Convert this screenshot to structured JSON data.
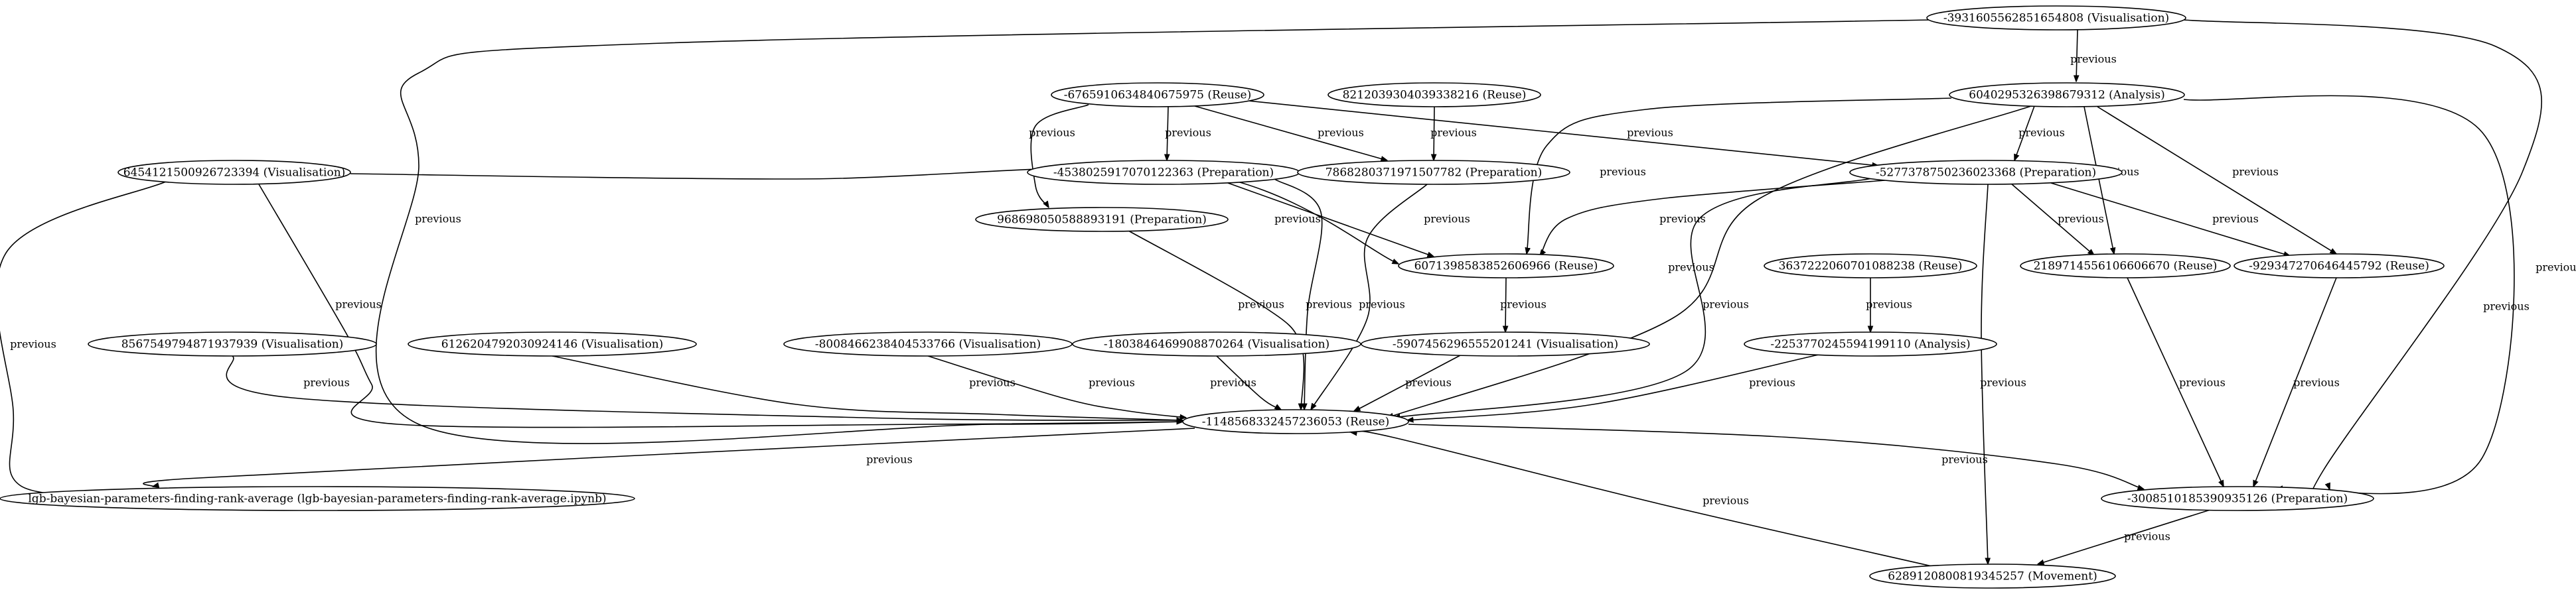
{
  "diagram": {
    "type": "directed-graph",
    "nodes": [
      {
        "id": "n1",
        "label": "-3931605562851654808 (Visualisation)"
      },
      {
        "id": "n2",
        "label": "6040295326398679312 (Analysis)"
      },
      {
        "id": "n3",
        "label": "-6765910634840675975 (Reuse)"
      },
      {
        "id": "n4",
        "label": "8212039304039338216 (Reuse)"
      },
      {
        "id": "n5",
        "label": "6454121500926723394 (Visualisation)"
      },
      {
        "id": "n6",
        "label": "-4538025917070122363 (Preparation)"
      },
      {
        "id": "n7",
        "label": "7868280371971507782 (Preparation)"
      },
      {
        "id": "n8",
        "label": "-5277378750236023368 (Preparation)"
      },
      {
        "id": "n9",
        "label": "968698050588893191 (Preparation)"
      },
      {
        "id": "n10",
        "label": "6071398583852606966 (Reuse)"
      },
      {
        "id": "n11",
        "label": "3637222060701088238 (Reuse)"
      },
      {
        "id": "n12",
        "label": "2189714556106606670 (Reuse)"
      },
      {
        "id": "n13",
        "label": "-929347270646445792 (Reuse)"
      },
      {
        "id": "n14",
        "label": "8567549794871937939 (Visualisation)"
      },
      {
        "id": "n15",
        "label": "6126204792030924146 (Visualisation)"
      },
      {
        "id": "n16",
        "label": "-8008466238404533766 (Visualisation)"
      },
      {
        "id": "n17",
        "label": "-1803846469908870264 (Visualisation)"
      },
      {
        "id": "n18",
        "label": "-5907456296555201241 (Visualisation)"
      },
      {
        "id": "n19",
        "label": "-2253770245594199110 (Analysis)"
      },
      {
        "id": "n20",
        "label": "-1148568332457236053 (Reuse)"
      },
      {
        "id": "n21",
        "label": "lgb-bayesian-parameters-finding-rank-average (lgb-bayesian-parameters-finding-rank-average.ipynb)"
      },
      {
        "id": "n22",
        "label": "-3008510185390935126 (Preparation)"
      },
      {
        "id": "n23",
        "label": "6289120800819345257 (Movement)"
      }
    ],
    "edges": [
      {
        "from": "n1",
        "to": "n2",
        "label": "previous"
      },
      {
        "from": "n1",
        "to": "n20",
        "label": "previous"
      },
      {
        "from": "n1",
        "to": "n22",
        "label": "previous"
      },
      {
        "from": "n2",
        "to": "n8",
        "label": "previous"
      },
      {
        "from": "n2",
        "to": "n10",
        "label": "previous"
      },
      {
        "from": "n2",
        "to": "n12",
        "label": "previous"
      },
      {
        "from": "n2",
        "to": "n13",
        "label": "previous"
      },
      {
        "from": "n2",
        "to": "n20",
        "label": "previous"
      },
      {
        "from": "n2",
        "to": "n22",
        "label": "previous"
      },
      {
        "from": "n3",
        "to": "n6",
        "label": "previous"
      },
      {
        "from": "n3",
        "to": "n7",
        "label": "previous"
      },
      {
        "from": "n3",
        "to": "n9",
        "label": "previous"
      },
      {
        "from": "n3",
        "to": "n8",
        "label": "previous"
      },
      {
        "from": "n4",
        "to": "n7",
        "label": "previous"
      },
      {
        "from": "n5",
        "to": "n10",
        "label": "previous"
      },
      {
        "from": "n5",
        "to": "n20",
        "label": "previous"
      },
      {
        "from": "n5",
        "to": "n21",
        "label": "previous"
      },
      {
        "from": "n6",
        "to": "n10",
        "label": "previous"
      },
      {
        "from": "n6",
        "to": "n20",
        "label": "previous"
      },
      {
        "from": "n7",
        "to": "n20",
        "label": "previous"
      },
      {
        "from": "n8",
        "to": "n10",
        "label": "previous"
      },
      {
        "from": "n8",
        "to": "n12",
        "label": "previous"
      },
      {
        "from": "n8",
        "to": "n13",
        "label": "previous"
      },
      {
        "from": "n8",
        "to": "n20",
        "label": "previous"
      },
      {
        "from": "n8",
        "to": "n23",
        "label": "previous"
      },
      {
        "from": "n9",
        "to": "n20",
        "label": "previous"
      },
      {
        "from": "n10",
        "to": "n18",
        "label": "previous"
      },
      {
        "from": "n11",
        "to": "n19",
        "label": "previous"
      },
      {
        "from": "n12",
        "to": "n22",
        "label": "previous"
      },
      {
        "from": "n13",
        "to": "n22",
        "label": "previous"
      },
      {
        "from": "n14",
        "to": "n20",
        "label": "previous"
      },
      {
        "from": "n15",
        "to": "n20",
        "label": "previous"
      },
      {
        "from": "n16",
        "to": "n20",
        "label": "previous"
      },
      {
        "from": "n17",
        "to": "n20",
        "label": "previous"
      },
      {
        "from": "n18",
        "to": "n20",
        "label": "previous"
      },
      {
        "from": "n19",
        "to": "n20",
        "label": "previous"
      },
      {
        "from": "n20",
        "to": "n21",
        "label": "previous"
      },
      {
        "from": "n20",
        "to": "n22",
        "label": "previous"
      },
      {
        "from": "n22",
        "to": "n23",
        "label": "previous"
      },
      {
        "from": "n23",
        "to": "n20",
        "label": "previous"
      }
    ]
  }
}
